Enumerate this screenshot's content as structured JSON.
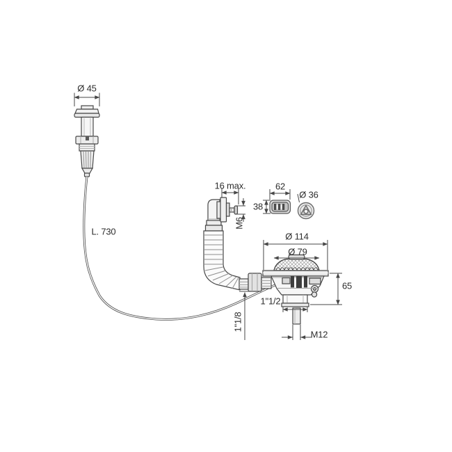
{
  "page": {
    "background": "#ffffff"
  },
  "drawing": {
    "type": "technical-dimension-drawing",
    "subject": "sink basket-strainer waste with overflow kit and cable-operated knob",
    "line_color": "#474747",
    "text_color": "#2d2d2d",
    "dimensions": {
      "knob_diameter": "Ø 45",
      "cable_length": "L. 730",
      "clamping_max": "16 max.",
      "overflow_screw_thread": "M6",
      "overflow_grate_width": "62",
      "overflow_grate_height": "38",
      "overflow_cover_diameter": "Ø 36",
      "flange_diameter": "Ø 114",
      "strainer_diameter": "Ø 79",
      "body_height": "65",
      "outlet_thread": "1\"1/2",
      "overflow_inlet_thread": "1\"1/8",
      "fixing_stud_thread": "M12"
    },
    "components": [
      "control-knob",
      "control-cable",
      "overflow-elbow",
      "flexible-overflow-hose",
      "overflow-grate",
      "overflow-cover",
      "strainer-basket",
      "waste-flange",
      "waste-body",
      "waste-outlet",
      "fixing-stud"
    ]
  }
}
